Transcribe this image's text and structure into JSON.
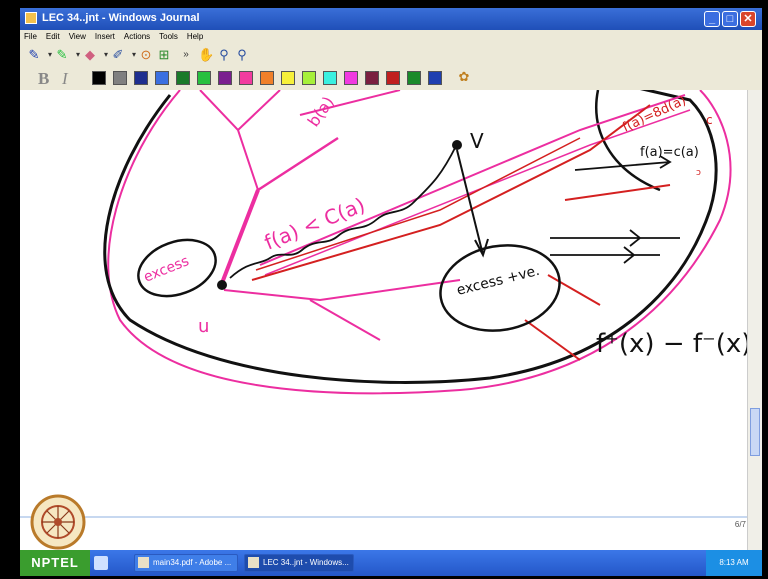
{
  "window": {
    "title": "LEC 34..jnt - Windows Journal"
  },
  "menu": [
    "File",
    "Edit",
    "View",
    "Insert",
    "Actions",
    "Tools",
    "Help"
  ],
  "toolbar": {
    "format_bold": "B",
    "format_italic": "I",
    "colors": [
      "#000000",
      "#808080",
      "#1f2f8f",
      "#3b6fe0",
      "#1a7a2a",
      "#27c03f",
      "#7a1f8f",
      "#f23c9f",
      "#f0802a",
      "#f6f03a",
      "#a6f03a",
      "#3af0e0",
      "#f03ae0",
      "#7a1f3f",
      "#c01f1f",
      "#1a8a2a",
      "#1f3fb0"
    ]
  },
  "notes": {
    "labels": {
      "f_a_bd": "f(a)=8d(a)",
      "c_top": "c",
      "f_eq_c": "f(a)=c(a)",
      "comma": "ↄ",
      "b_a": "b(a)",
      "v": "V",
      "f_lt_c": "f(a) < C(a)",
      "excess": "excess",
      "u": "u",
      "excess_ve": "excess +ve.",
      "f_plus_minus": "f⁺(x) − f⁻(x)"
    }
  },
  "page_indicator": "6/7",
  "taskbar": {
    "start": "NPTEL",
    "tasks": [
      "main34.pdf - Adobe ...",
      "LEC 34..jnt - Windows..."
    ],
    "clock": "8:13 AM"
  }
}
